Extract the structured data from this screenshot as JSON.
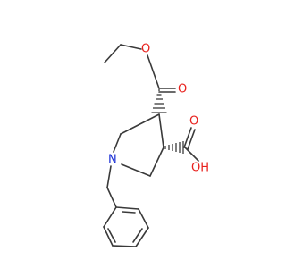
{
  "molecule": {
    "atoms": {
      "ester_carbonyl_o": "O",
      "ester_ether_o": "O",
      "acid_carbonyl_o": "O",
      "acid_hydroxyl": "OH",
      "ring_nitrogen": "N"
    },
    "colors": {
      "bond": "#3a3a3a",
      "oxygen": "#e8201c",
      "nitrogen": "#1a2fd6"
    }
  }
}
